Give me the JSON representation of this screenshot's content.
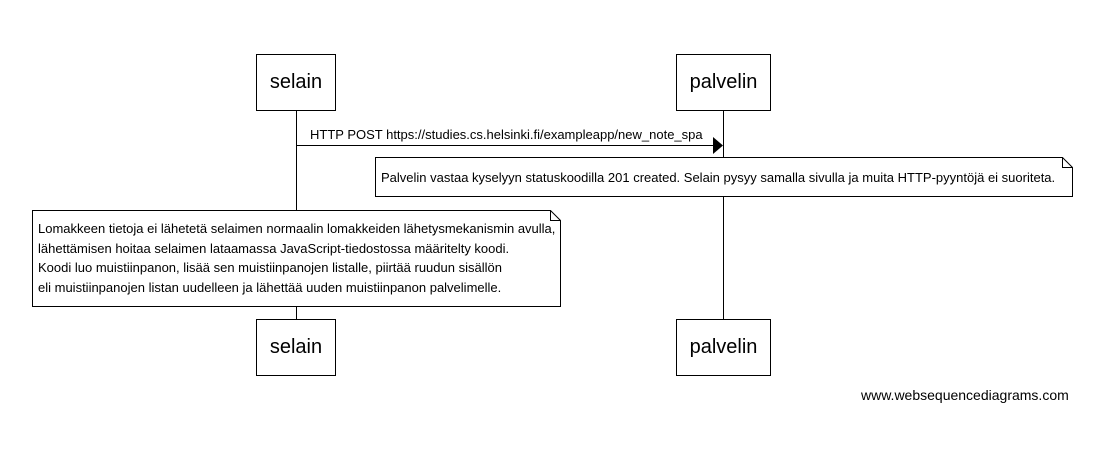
{
  "participants": [
    "selain",
    "palvelin"
  ],
  "message": {
    "label": "HTTP POST https://studies.cs.helsinki.fi/exampleapp/new_note_spa",
    "from": "selain",
    "to": "palvelin"
  },
  "note_server": {
    "text": "Palvelin vastaa kyselyyn statuskoodilla 201 created. Selain pysyy samalla sivulla ja muita HTTP-pyyntöjä ei suoriteta."
  },
  "note_browser": {
    "lines": [
      "Lomakkeen tietoja ei lähetetä selaimen normaalin lomakkeiden lähetysmekanismin avulla,",
      "lähettämisen hoitaa selaimen lataamassa JavaScript-tiedostossa määritelty koodi.",
      "Koodi luo muistiinpanon, lisää sen muistiinpanojen listalle, piirtää ruudun sisällön",
      "eli muistiinpanojen listan uudelleen ja lähettää uuden muistiinpanon palvelimelle."
    ]
  },
  "footer": "www.websequencediagrams.com"
}
